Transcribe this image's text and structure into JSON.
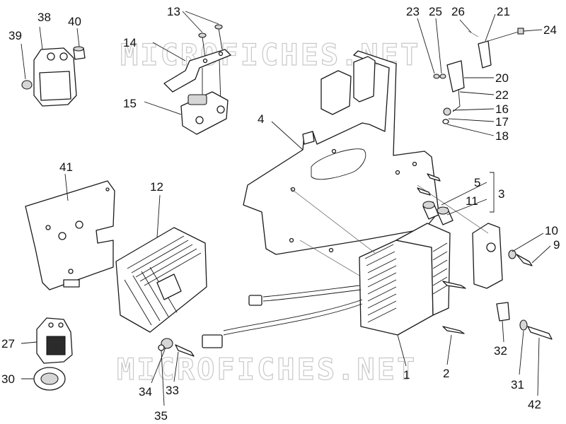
{
  "watermark": {
    "top": "MICROFICHES.NET",
    "bottom": "MICROFICHES.NET"
  },
  "callouts": {
    "c1": "1",
    "c2": "2",
    "c3": "3",
    "c4": "4",
    "c5": "5",
    "c9": "9",
    "c10": "10",
    "c11": "11",
    "c12": "12",
    "c13": "13",
    "c14": "14",
    "c15": "15",
    "c16": "16",
    "c17": "17",
    "c18": "18",
    "c20": "20",
    "c21": "21",
    "c22": "22",
    "c23": "23",
    "c24": "24",
    "c25": "25",
    "c26": "26",
    "c27": "27",
    "c30": "30",
    "c31": "31",
    "c32": "32",
    "c33": "33",
    "c34": "34",
    "c35": "35",
    "c38": "38",
    "c39": "39",
    "c40": "40",
    "c41": "41",
    "c42": "42"
  }
}
